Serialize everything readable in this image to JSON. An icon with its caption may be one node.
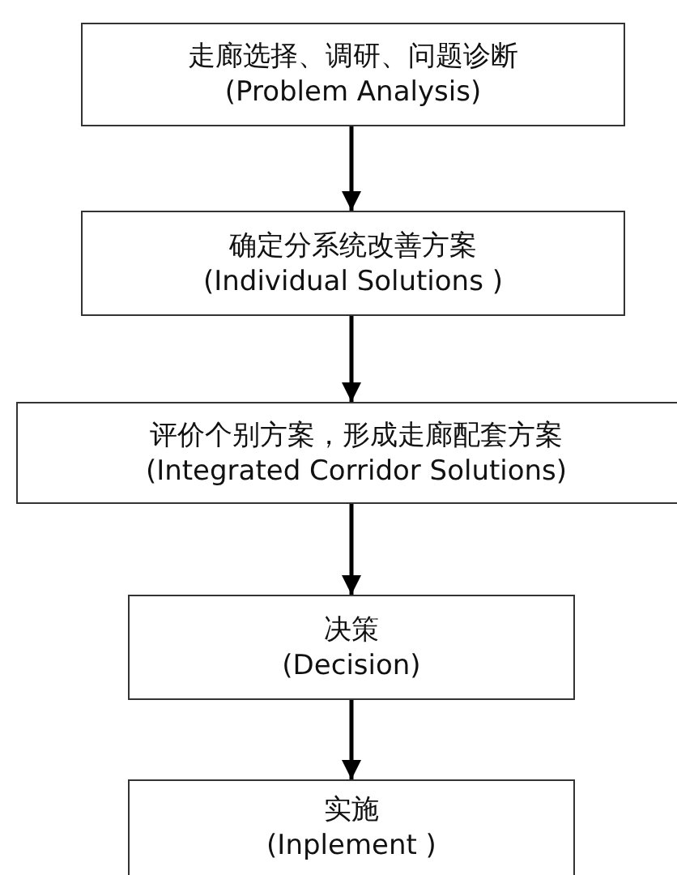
{
  "diagram": {
    "nodes": [
      {
        "text": [
          "走廊选择、调研、问题诊断",
          "(Problem Analysis)"
        ]
      },
      {
        "text": [
          "确定分系统改善方案",
          "(Individual Solutions )"
        ]
      },
      {
        "text": [
          "评价个别方案，形成走廊配套方案",
          "(Integrated Corridor Solutions)"
        ]
      },
      {
        "text": [
          "决策",
          "(Decision)"
        ]
      },
      {
        "text": [
          "实施",
          "(Inplement )"
        ]
      }
    ],
    "edges": [
      {
        "from": 0,
        "to": 1,
        "arrow": "to"
      },
      {
        "from": 1,
        "to": 2,
        "arrow": "to"
      },
      {
        "from": 2,
        "to": 3,
        "arrow": "to"
      },
      {
        "from": 3,
        "to": 4,
        "arrow": "to"
      }
    ]
  }
}
